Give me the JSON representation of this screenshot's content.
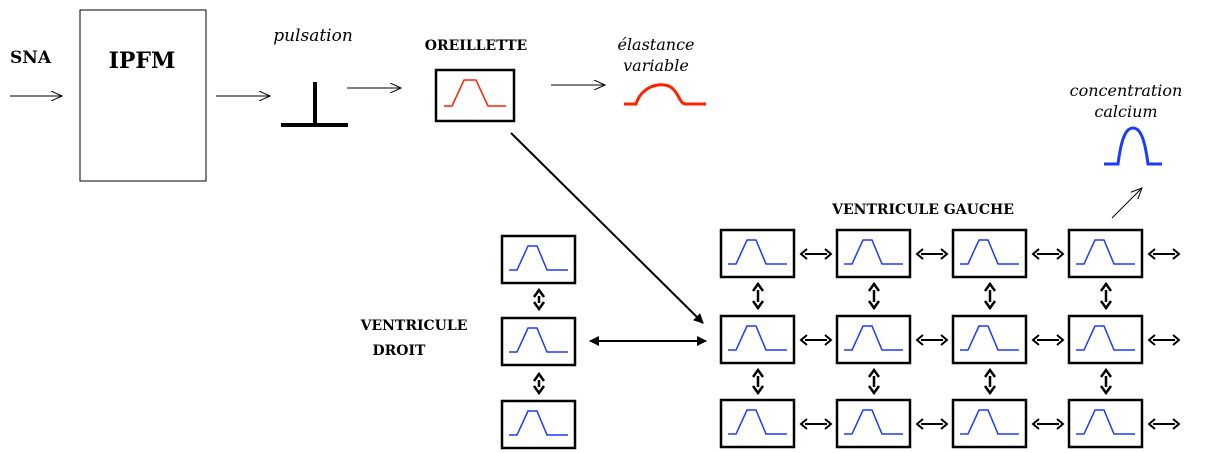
{
  "input_label": "SNA",
  "ipfm_label": "IPFM",
  "pulsation_label": "pulsation",
  "oreillette_label": "OREILLETTE",
  "elastance_label_line1": "élastance",
  "elastance_label_line2": "variable",
  "calcium_label_line1": "concentration",
  "calcium_label_line2": "calcium",
  "ventricule_gauche_label": "VENTRICULE GAUCHE",
  "ventricule_droit_label_line1": "VENTRICULE",
  "ventricule_droit_label_line2": "DROIT",
  "colors": {
    "line": "#000000",
    "oreillette_signal": "#ff2200",
    "ventricle_signal": "#1a3bff"
  }
}
